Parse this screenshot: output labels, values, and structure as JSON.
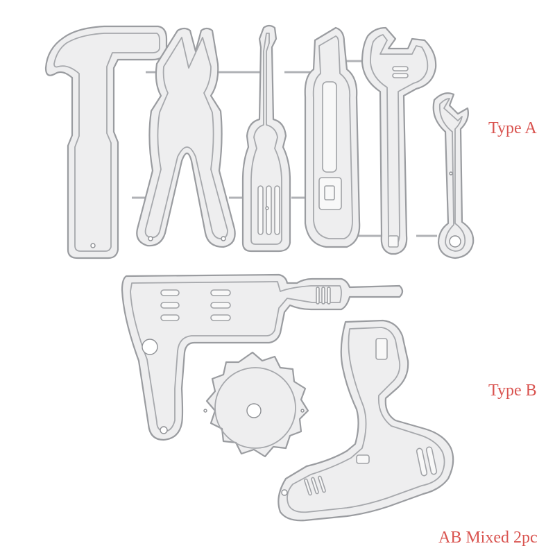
{
  "labels": {
    "type_a": "Type A",
    "type_b": "Type B",
    "mixed": "AB Mixed 2pc"
  },
  "colors": {
    "label_text": "#d9534f",
    "die_fill": "#eeeeef",
    "die_outline": "#9a9ca0",
    "background": "#ffffff"
  }
}
